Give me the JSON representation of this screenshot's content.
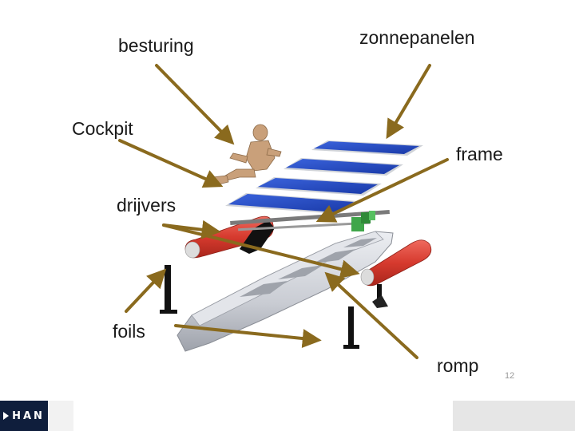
{
  "labels": {
    "besturing": "besturing",
    "zonnepanelen": "zonnepanelen",
    "cockpit": "Cockpit",
    "frame": "frame",
    "drijvers": "drijvers",
    "foils": "foils",
    "romp": "romp"
  },
  "page_number": "12",
  "logo": {
    "text": "HAN",
    "mark_icon": "play-triangle-icon"
  },
  "colors": {
    "arrow": "#8a6a1e",
    "panel_blue": "#1f49c4",
    "floater_red": "#d63a2e",
    "hull_gray": "#c8cbd2",
    "logo_navy": "#0f1e3c"
  }
}
